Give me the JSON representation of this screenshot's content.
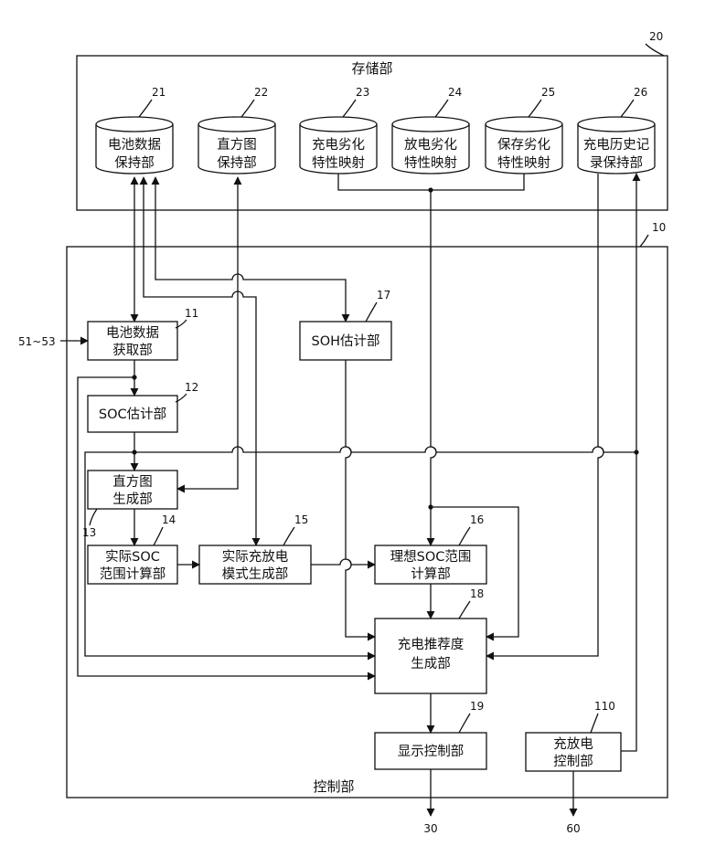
{
  "storage": {
    "title": "存储部",
    "ref": "20",
    "units": [
      {
        "ref": "21",
        "line1": "电池数据",
        "line2": "保持部"
      },
      {
        "ref": "22",
        "line1": "直方图",
        "line2": "保持部"
      },
      {
        "ref": "23",
        "line1": "充电劣化",
        "line2": "特性映射"
      },
      {
        "ref": "24",
        "line1": "放电劣化",
        "line2": "特性映射"
      },
      {
        "ref": "25",
        "line1": "保存劣化",
        "line2": "特性映射"
      },
      {
        "ref": "26",
        "line1": "充电历史记",
        "line2": "录保持部"
      }
    ]
  },
  "control": {
    "title": "控制部",
    "ref": "10",
    "blocks": [
      {
        "id": "b11",
        "ref": "11",
        "line1": "电池数据",
        "line2": "获取部"
      },
      {
        "id": "b12",
        "ref": "12",
        "line1": "SOC估计部",
        "line2": ""
      },
      {
        "id": "b13",
        "ref": "13",
        "line1": "直方图",
        "line2": "生成部"
      },
      {
        "id": "b14",
        "ref": "14",
        "line1": "实际SOC",
        "line2": "范围计算部"
      },
      {
        "id": "b15",
        "ref": "15",
        "line1": "实际充放电",
        "line2": "模式生成部"
      },
      {
        "id": "b16",
        "ref": "16",
        "line1": "理想SOC范围",
        "line2": "计算部"
      },
      {
        "id": "b17",
        "ref": "17",
        "line1": "SOH估计部",
        "line2": ""
      },
      {
        "id": "b18",
        "ref": "18",
        "line1": "充电推荐度",
        "line2": "生成部"
      },
      {
        "id": "b19",
        "ref": "19",
        "line1": "显示控制部",
        "line2": ""
      },
      {
        "id": "b110",
        "ref": "110",
        "line1": "充放电",
        "line2": "控制部"
      }
    ]
  },
  "external": {
    "input": "51~53",
    "output_display": "30",
    "output_charge": "60"
  }
}
